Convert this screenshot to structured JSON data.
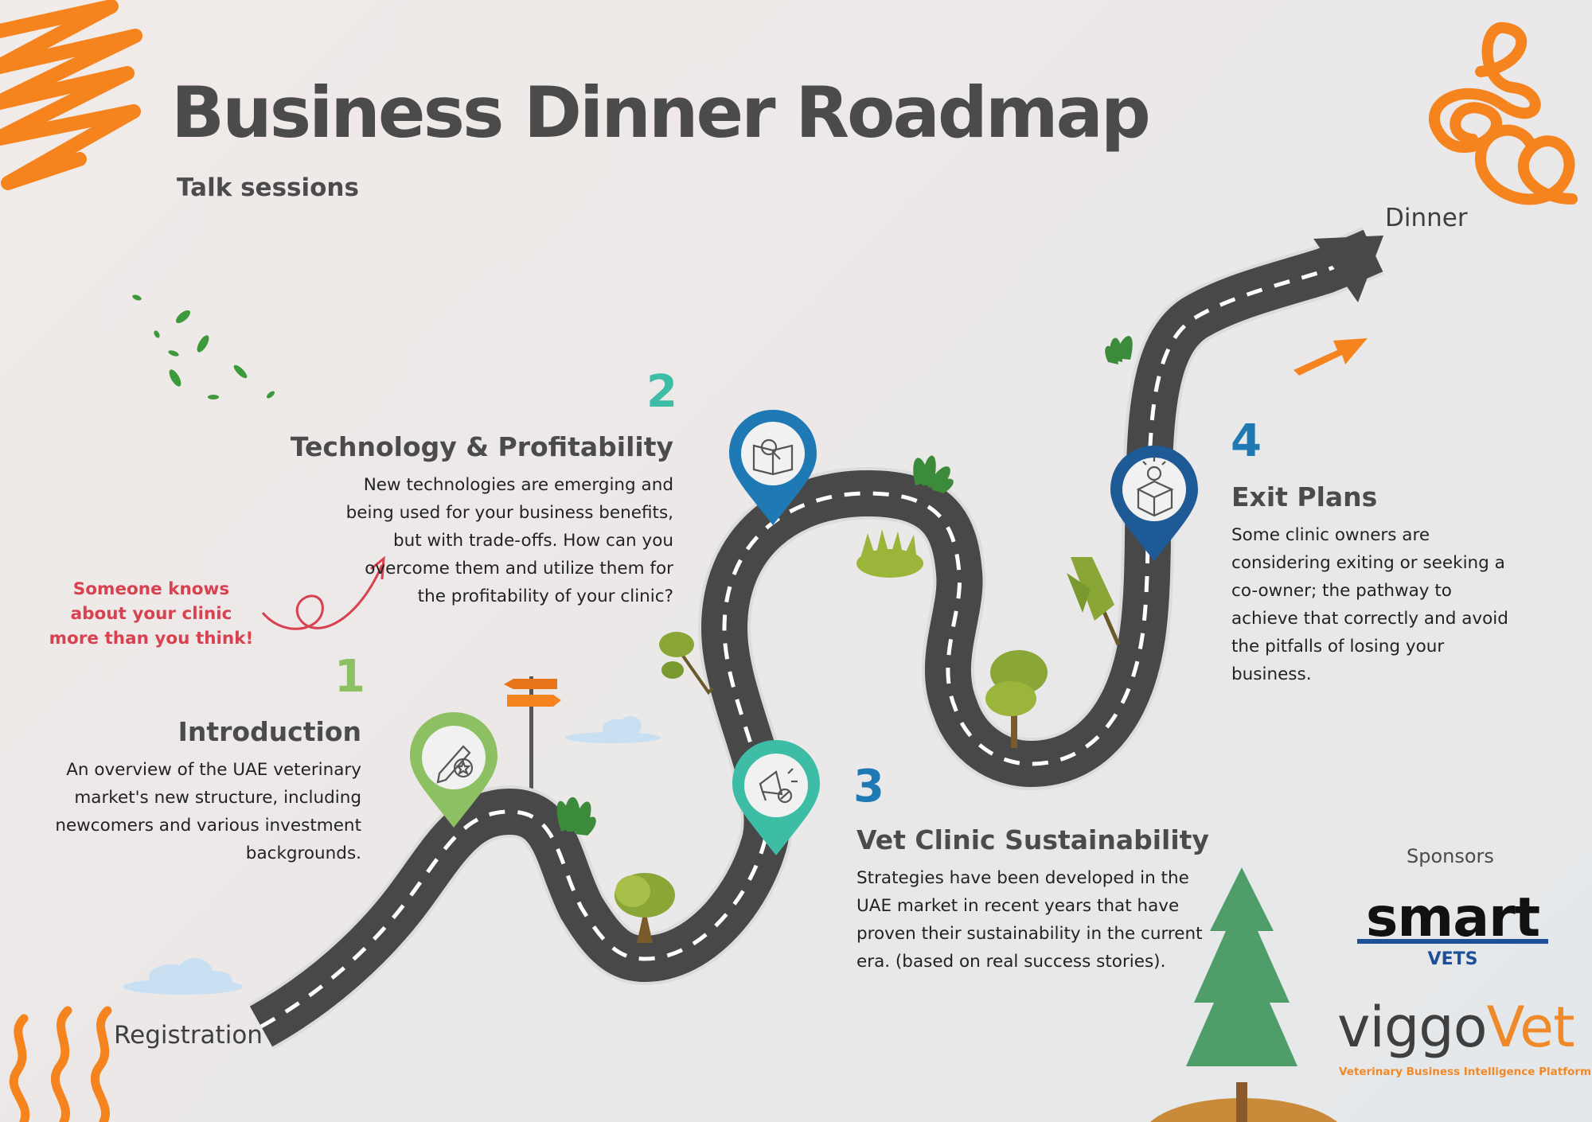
{
  "title": "Business Dinner Roadmap",
  "subtitle": "Talk sessions",
  "start_label": "Registration",
  "end_label": "Dinner",
  "callout": "Someone knows about your clinic more than you think!",
  "stages": [
    {
      "number": "1",
      "heading": "Introduction",
      "body": "An overview of the UAE veterinary market's new structure, including newcomers and various investment backgrounds.",
      "color": "#8dc063",
      "icon": "pencil-star-icon"
    },
    {
      "number": "2",
      "heading": "Technology & Profitability",
      "body": "New technologies are emerging and being used for your business benefits, but with trade-offs. How can you overcome them and utilize them for the profitability of your clinic?",
      "color": "#1f79b5",
      "icon": "book-magnifier-icon"
    },
    {
      "number": "3",
      "heading": "Vet Clinic Sustainability",
      "body": "Strategies have been developed in the UAE market in recent years that have proven their sustainability in the current era. (based on real success stories).",
      "color": "#3dbda5",
      "icon": "megaphone-percent-icon"
    },
    {
      "number": "4",
      "heading": "Exit Plans",
      "body": "Some clinic owners are considering exiting or seeking a co-owner; the pathway to achieve that correctly and avoid the pitfalls of losing your business.",
      "color": "#1d5a96",
      "icon": "lightbulb-box-icon"
    }
  ],
  "sponsors": {
    "label": "Sponsors",
    "smart_name": "smart",
    "smart_sub": "VETS",
    "viggo_part1": "viggo",
    "viggo_part2": "Vet",
    "viggo_tagline": "Veterinary Business Intelligence Platform"
  },
  "colors": {
    "road": "#484848",
    "accent_orange": "#f5841f",
    "callout_red": "#d8414f"
  }
}
